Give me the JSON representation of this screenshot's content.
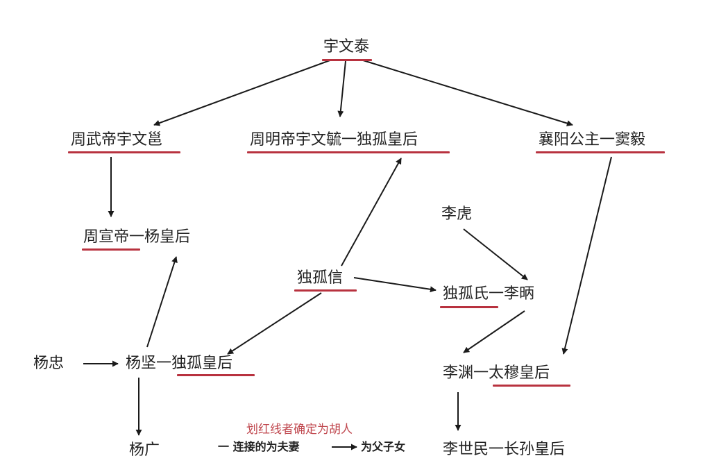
{
  "nodes": {
    "yuwen_tai": "宇文泰",
    "zhou_wudi": "周武帝宇文邕",
    "zhou_mingdi": "周明帝宇文毓",
    "dugu_empress_1": "独孤皇后",
    "xiangyang_princess": "襄阳公主",
    "dou_yi": "窦毅",
    "zhou_xuandi": "周宣帝",
    "yang_empress": "杨皇后",
    "li_hu": "李虎",
    "dugu_xin": "独孤信",
    "dugu_shi": "独孤氏",
    "li_bing": "李昞",
    "yang_zhong": "杨忠",
    "yang_jian": "杨坚",
    "dugu_empress_2": "独孤皇后",
    "li_yuan": "李渊",
    "taimu_empress": "太穆皇后",
    "yang_guang": "杨广",
    "li_shimin": "李世民",
    "zhangsun_empress": "长孙皇后"
  },
  "spouse_dash": "一",
  "legend": {
    "title": "划红线者确定为胡人",
    "spouse_dash": "一",
    "spouse_text": "连接的为夫妻",
    "parent_text": "为父子女"
  },
  "colors": {
    "underline": "#b8323f",
    "legend_title": "#c0484f",
    "arrow": "#1a1a1a",
    "text": "#222222"
  }
}
